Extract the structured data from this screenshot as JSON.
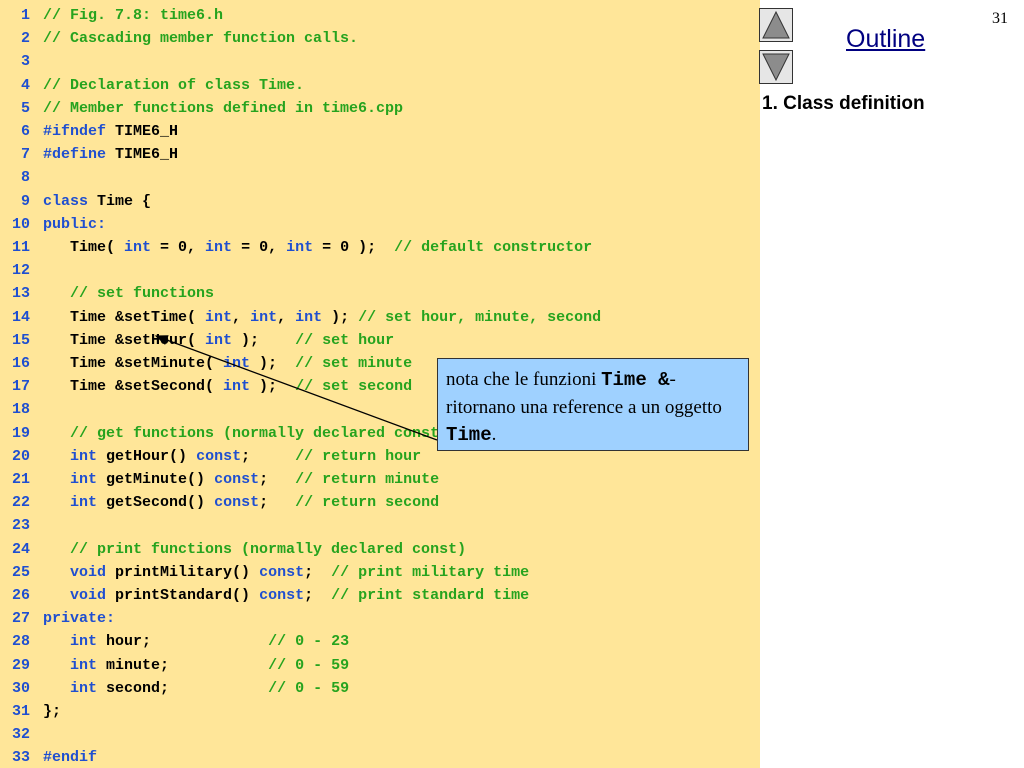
{
  "slide": {
    "number": "31",
    "outline_link": "Outline",
    "section_label": "1. Class definition"
  },
  "colors": {
    "code_background": "#ffe699",
    "comment": "#26a31e",
    "keyword": "#1f4fd0",
    "line_number": "#1f4fd0",
    "callout_background": "#9fd1ff",
    "outline_link": "#000080"
  },
  "nav": {
    "up_icon": "triangle-up-icon",
    "down_icon": "triangle-down-icon"
  },
  "code": [
    {
      "n": "1",
      "tokens": [
        [
          "c",
          "// Fig. 7.8: time6.h"
        ]
      ]
    },
    {
      "n": "2",
      "tokens": [
        [
          "c",
          "// Cascading member function calls."
        ]
      ]
    },
    {
      "n": "3",
      "tokens": []
    },
    {
      "n": "4",
      "tokens": [
        [
          "c",
          "// Declaration of class Time."
        ]
      ]
    },
    {
      "n": "5",
      "tokens": [
        [
          "c",
          "// Member functions defined in time6.cpp"
        ]
      ]
    },
    {
      "n": "6",
      "tokens": [
        [
          "k",
          "#ifndef"
        ],
        [
          "t",
          " TIME6_H"
        ]
      ]
    },
    {
      "n": "7",
      "tokens": [
        [
          "k",
          "#define"
        ],
        [
          "t",
          " TIME6_H"
        ]
      ]
    },
    {
      "n": "8",
      "tokens": []
    },
    {
      "n": "9",
      "tokens": [
        [
          "k",
          "class"
        ],
        [
          "t",
          " Time {"
        ]
      ]
    },
    {
      "n": "10",
      "tokens": [
        [
          "k",
          "public:"
        ]
      ]
    },
    {
      "n": "11",
      "tokens": [
        [
          "t",
          "   Time( "
        ],
        [
          "k",
          "int"
        ],
        [
          "t",
          " = 0, "
        ],
        [
          "k",
          "int"
        ],
        [
          "t",
          " = 0, "
        ],
        [
          "k",
          "int"
        ],
        [
          "t",
          " = 0 );  "
        ],
        [
          "c",
          "// default constructor"
        ]
      ]
    },
    {
      "n": "12",
      "tokens": []
    },
    {
      "n": "13",
      "tokens": [
        [
          "c",
          "   // set functions"
        ]
      ]
    },
    {
      "n": "14",
      "tokens": [
        [
          "t",
          "   Time &setTime( "
        ],
        [
          "k",
          "int"
        ],
        [
          "t",
          ", "
        ],
        [
          "k",
          "int"
        ],
        [
          "t",
          ", "
        ],
        [
          "k",
          "int"
        ],
        [
          "t",
          " ); "
        ],
        [
          "c",
          "// set hour, minute, second"
        ]
      ]
    },
    {
      "n": "15",
      "tokens": [
        [
          "t",
          "   Time &setHour( "
        ],
        [
          "k",
          "int"
        ],
        [
          "t",
          " );    "
        ],
        [
          "c",
          "// set hour"
        ]
      ]
    },
    {
      "n": "16",
      "tokens": [
        [
          "t",
          "   Time &setMinute( "
        ],
        [
          "k",
          "int"
        ],
        [
          "t",
          " );  "
        ],
        [
          "c",
          "// set minute"
        ]
      ]
    },
    {
      "n": "17",
      "tokens": [
        [
          "t",
          "   Time &setSecond( "
        ],
        [
          "k",
          "int"
        ],
        [
          "t",
          " );  "
        ],
        [
          "c",
          "// set second"
        ]
      ]
    },
    {
      "n": "18",
      "tokens": []
    },
    {
      "n": "19",
      "tokens": [
        [
          "c",
          "   // get functions (normally declared const)"
        ]
      ]
    },
    {
      "n": "20",
      "tokens": [
        [
          "t",
          "   "
        ],
        [
          "k",
          "int"
        ],
        [
          "t",
          " getHour() "
        ],
        [
          "k",
          "const"
        ],
        [
          "t",
          ";     "
        ],
        [
          "c",
          "// return hour"
        ]
      ]
    },
    {
      "n": "21",
      "tokens": [
        [
          "t",
          "   "
        ],
        [
          "k",
          "int"
        ],
        [
          "t",
          " getMinute() "
        ],
        [
          "k",
          "const"
        ],
        [
          "t",
          ";   "
        ],
        [
          "c",
          "// return minute"
        ]
      ]
    },
    {
      "n": "22",
      "tokens": [
        [
          "t",
          "   "
        ],
        [
          "k",
          "int"
        ],
        [
          "t",
          " getSecond() "
        ],
        [
          "k",
          "const"
        ],
        [
          "t",
          ";   "
        ],
        [
          "c",
          "// return second"
        ]
      ]
    },
    {
      "n": "23",
      "tokens": []
    },
    {
      "n": "24",
      "tokens": [
        [
          "c",
          "   // print functions (normally declared const)"
        ]
      ]
    },
    {
      "n": "25",
      "tokens": [
        [
          "t",
          "   "
        ],
        [
          "k",
          "void"
        ],
        [
          "t",
          " printMilitary() "
        ],
        [
          "k",
          "const"
        ],
        [
          "t",
          ";  "
        ],
        [
          "c",
          "// print military time"
        ]
      ]
    },
    {
      "n": "26",
      "tokens": [
        [
          "t",
          "   "
        ],
        [
          "k",
          "void"
        ],
        [
          "t",
          " printStandard() "
        ],
        [
          "k",
          "const"
        ],
        [
          "t",
          ";  "
        ],
        [
          "c",
          "// print standard time"
        ]
      ]
    },
    {
      "n": "27",
      "tokens": [
        [
          "k",
          "private:"
        ]
      ]
    },
    {
      "n": "28",
      "tokens": [
        [
          "t",
          "   "
        ],
        [
          "k",
          "int"
        ],
        [
          "t",
          " hour;             "
        ],
        [
          "c",
          "// 0 - 23"
        ]
      ]
    },
    {
      "n": "29",
      "tokens": [
        [
          "t",
          "   "
        ],
        [
          "k",
          "int"
        ],
        [
          "t",
          " minute;           "
        ],
        [
          "c",
          "// 0 - 59"
        ]
      ]
    },
    {
      "n": "30",
      "tokens": [
        [
          "t",
          "   "
        ],
        [
          "k",
          "int"
        ],
        [
          "t",
          " second;           "
        ],
        [
          "c",
          "// 0 - 59"
        ]
      ]
    },
    {
      "n": "31",
      "tokens": [
        [
          "t",
          "};"
        ]
      ]
    },
    {
      "n": "32",
      "tokens": []
    },
    {
      "n": "33",
      "tokens": [
        [
          "k",
          "#endif"
        ]
      ]
    }
  ],
  "callout": {
    "text_1": "nota che le funzioni ",
    "code_1": "Time &",
    "text_2": "- ritornano una reference a un oggetto ",
    "code_2": "Time",
    "text_3": "."
  }
}
